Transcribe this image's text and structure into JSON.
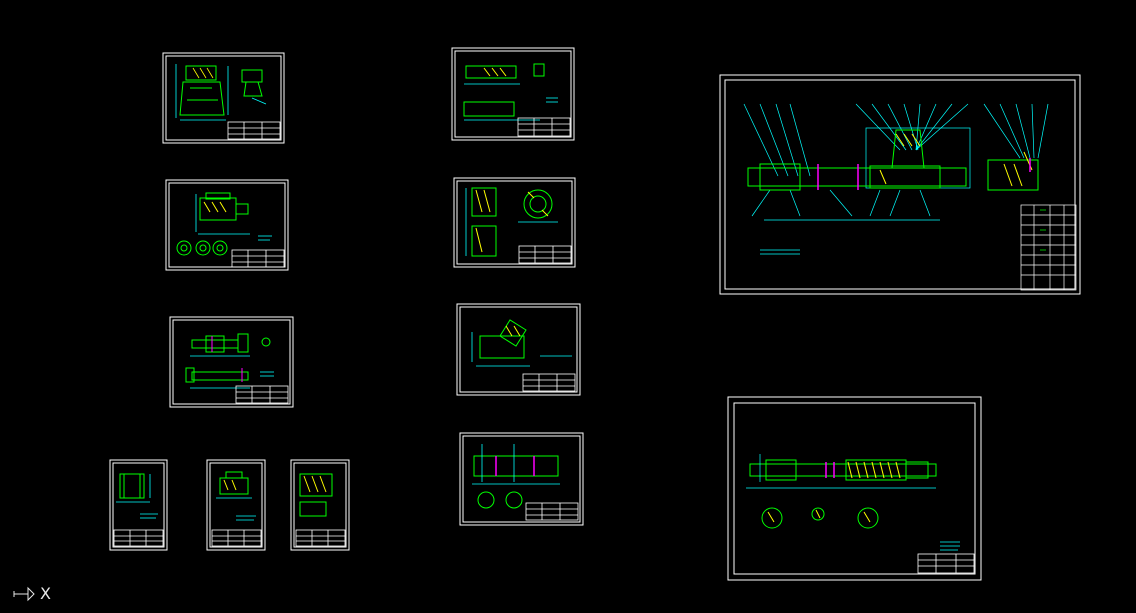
{
  "ucs": {
    "axis_label": "X"
  },
  "colors": {
    "background": "#000000",
    "frame": "#ffffff",
    "geometry": "#00ff00",
    "dimension": "#00ffff",
    "hatch": "#ffff00",
    "accent": "#ff00ff"
  },
  "sheets": [
    {
      "id": "drawing-sheet-1"
    },
    {
      "id": "drawing-sheet-2"
    },
    {
      "id": "drawing-sheet-3"
    },
    {
      "id": "drawing-sheet-4"
    },
    {
      "id": "drawing-sheet-5"
    },
    {
      "id": "drawing-sheet-6"
    },
    {
      "id": "drawing-sheet-7"
    },
    {
      "id": "drawing-sheet-8"
    },
    {
      "id": "drawing-sheet-9"
    },
    {
      "id": "drawing-sheet-10"
    },
    {
      "id": "drawing-sheet-11"
    },
    {
      "id": "assembly-drawing-sheet"
    },
    {
      "id": "shaft-drawing-sheet"
    }
  ]
}
